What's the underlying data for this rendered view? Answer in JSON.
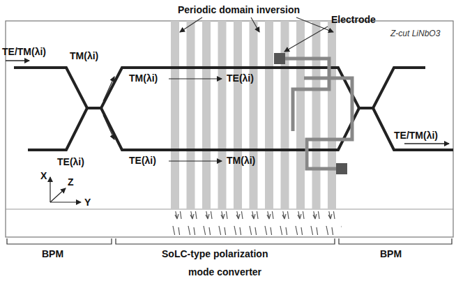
{
  "diagram": {
    "labels": [
      "Periodic domain inversion",
      "Electrode",
      "Z-cut LiNbO3",
      "TE/TM(λi)",
      "TM(λi)",
      "TM(λi)",
      "TE(λi)",
      "TE(λi)",
      "TE(λi)",
      "TM(λi)",
      "TE/TM(λi)",
      "X",
      "Z",
      "Y",
      "BPM",
      "SoLC-type polarization",
      "mode converter",
      "BPM"
    ]
  }
}
